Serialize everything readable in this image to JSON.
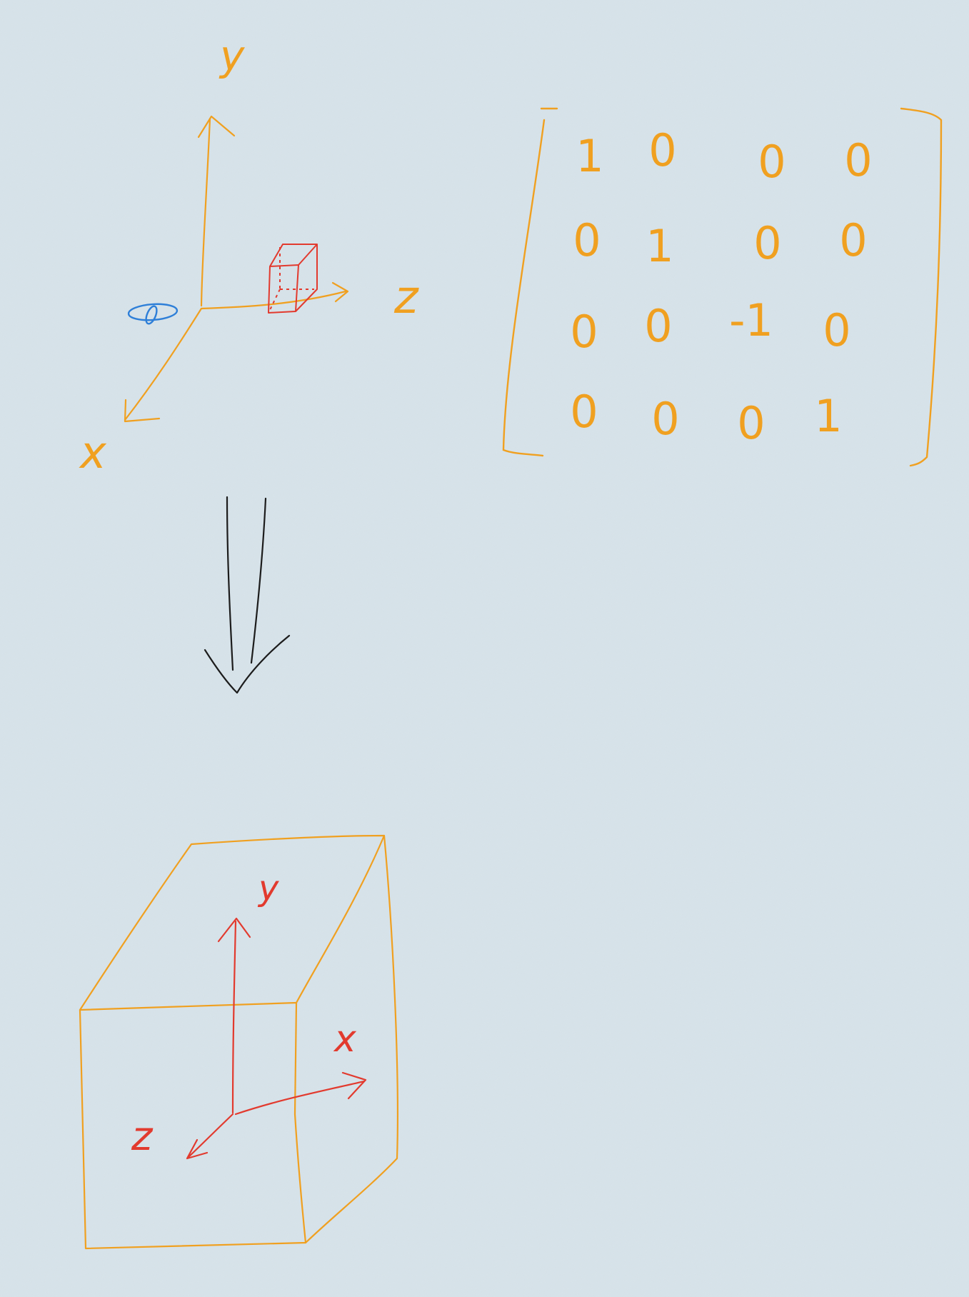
{
  "colors": {
    "background": "#d7e3ea",
    "orange": "#f0a020",
    "red": "#e23a2e",
    "blue": "#2e7fd8",
    "black": "#1c1c1c"
  },
  "top_axes": {
    "y_label": "y",
    "z_label": "z",
    "x_label": "x"
  },
  "matrix": {
    "rows": [
      [
        "1",
        "0",
        "0",
        "0"
      ],
      [
        "0",
        "1",
        "0",
        "0"
      ],
      [
        "0",
        "0",
        "-1",
        "0"
      ],
      [
        "0",
        "0",
        "0",
        "1"
      ]
    ]
  },
  "bottom_axes": {
    "y_label": "y",
    "x_label": "x",
    "z_label": "z"
  }
}
